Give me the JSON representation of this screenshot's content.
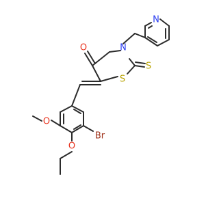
{
  "molecule": {
    "atoms": {
      "O_carbonyl": "O",
      "N_ring": "N",
      "S_thione": "S",
      "S_ring": "S",
      "N_pyridine": "N",
      "O_methoxy": "O",
      "O_ethoxy": "O",
      "Br": "Br"
    },
    "colors": {
      "bond": "#2b2b2b",
      "O": "#e8321e",
      "N": "#2a3df0",
      "S": "#b8a200",
      "Br": "#a0341c"
    }
  }
}
